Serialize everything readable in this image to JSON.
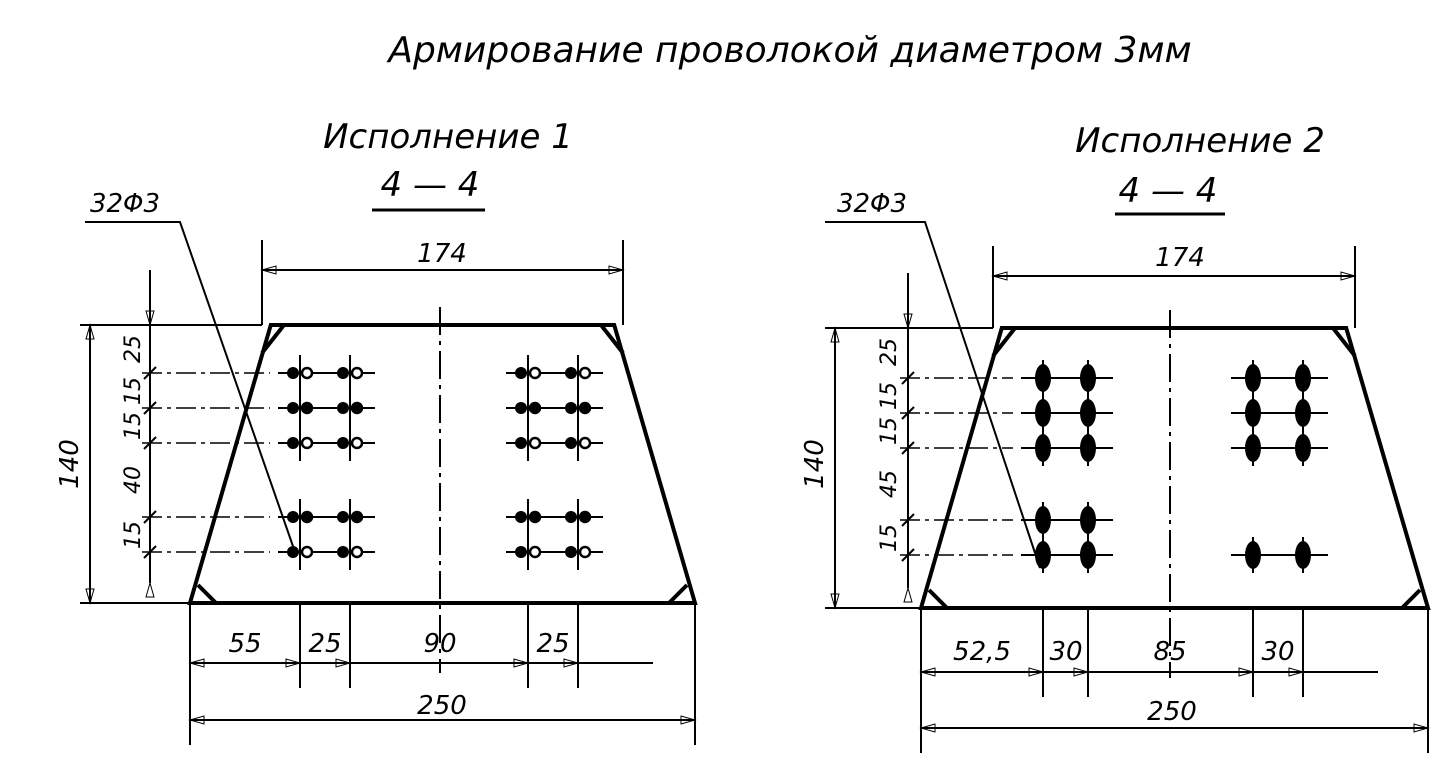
{
  "title": "Армирование проволокой диаметром 3мм",
  "variants": [
    {
      "label": "Исполнение 1",
      "section": "4 — 4",
      "callout": "32Φ3",
      "top_width": "174",
      "total_width": "250",
      "height": "140",
      "vertical_dims": [
        "25",
        "15",
        "15",
        "40",
        "15"
      ],
      "horizontal_dims": [
        "55",
        "25",
        "90",
        "25"
      ]
    },
    {
      "label": "Исполнение 2",
      "section": "4 — 4",
      "callout": "32Φ3",
      "top_width": "174",
      "total_width": "250",
      "height": "140",
      "vertical_dims": [
        "25",
        "15",
        "15",
        "45",
        "15"
      ],
      "horizontal_dims": [
        "52,5",
        "30",
        "85",
        "30"
      ]
    }
  ]
}
